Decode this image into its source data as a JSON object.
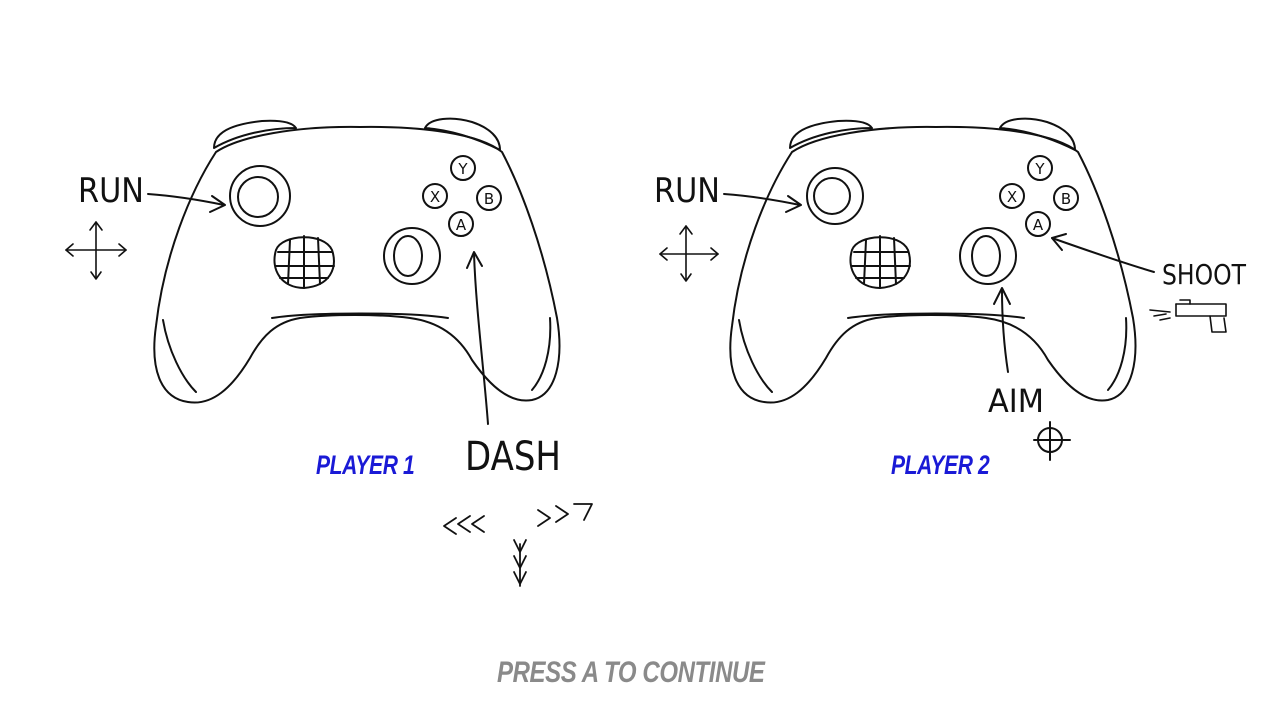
{
  "players": [
    {
      "label": "PLAYER 1",
      "controls": {
        "run": "RUN",
        "dash": "DASH"
      },
      "face_buttons": {
        "y": "Y",
        "x": "X",
        "b": "B",
        "a": "A"
      }
    },
    {
      "label": "PLAYER 2",
      "controls": {
        "run": "RUN",
        "shoot": "SHOOT",
        "aim": "AIM"
      },
      "face_buttons": {
        "y": "Y",
        "x": "X",
        "b": "B",
        "a": "A"
      }
    }
  ],
  "prompt": "PRESS A TO CONTINUE",
  "colors": {
    "player_label": "#1a1ad6",
    "prompt": "#8a8a8a",
    "ink": "#111111",
    "background": "#ffffff"
  }
}
